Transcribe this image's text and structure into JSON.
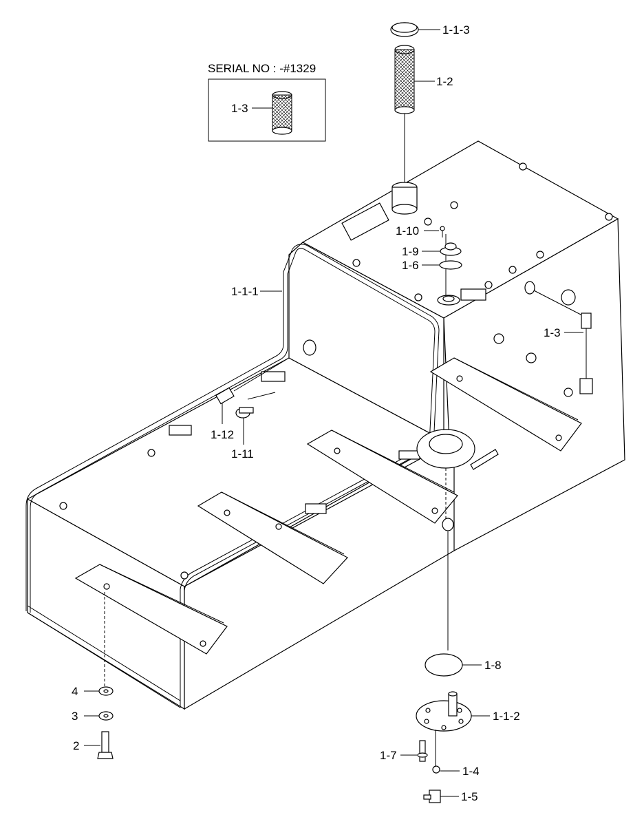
{
  "serial_box": {
    "title": "SERIAL NO : -#1329",
    "part_label": "1-3"
  },
  "labels": [
    {
      "id": "l-1-1-3",
      "text": "1-1-3"
    },
    {
      "id": "l-1-2",
      "text": "1-2"
    },
    {
      "id": "l-1-10",
      "text": "1-10"
    },
    {
      "id": "l-1-9",
      "text": "1-9"
    },
    {
      "id": "l-1-6",
      "text": "1-6"
    },
    {
      "id": "l-1-1-1",
      "text": "1-1-1"
    },
    {
      "id": "l-1-3b",
      "text": "1-3"
    },
    {
      "id": "l-1-12",
      "text": "1-12"
    },
    {
      "id": "l-1-11",
      "text": "1-11"
    },
    {
      "id": "l-1-8",
      "text": "1-8"
    },
    {
      "id": "l-4",
      "text": "4"
    },
    {
      "id": "l-3",
      "text": "3"
    },
    {
      "id": "l-2",
      "text": "2"
    },
    {
      "id": "l-1-1-2",
      "text": "1-1-2"
    },
    {
      "id": "l-1-7",
      "text": "1-7"
    },
    {
      "id": "l-1-4",
      "text": "1-4"
    },
    {
      "id": "l-1-5",
      "text": "1-5"
    }
  ]
}
